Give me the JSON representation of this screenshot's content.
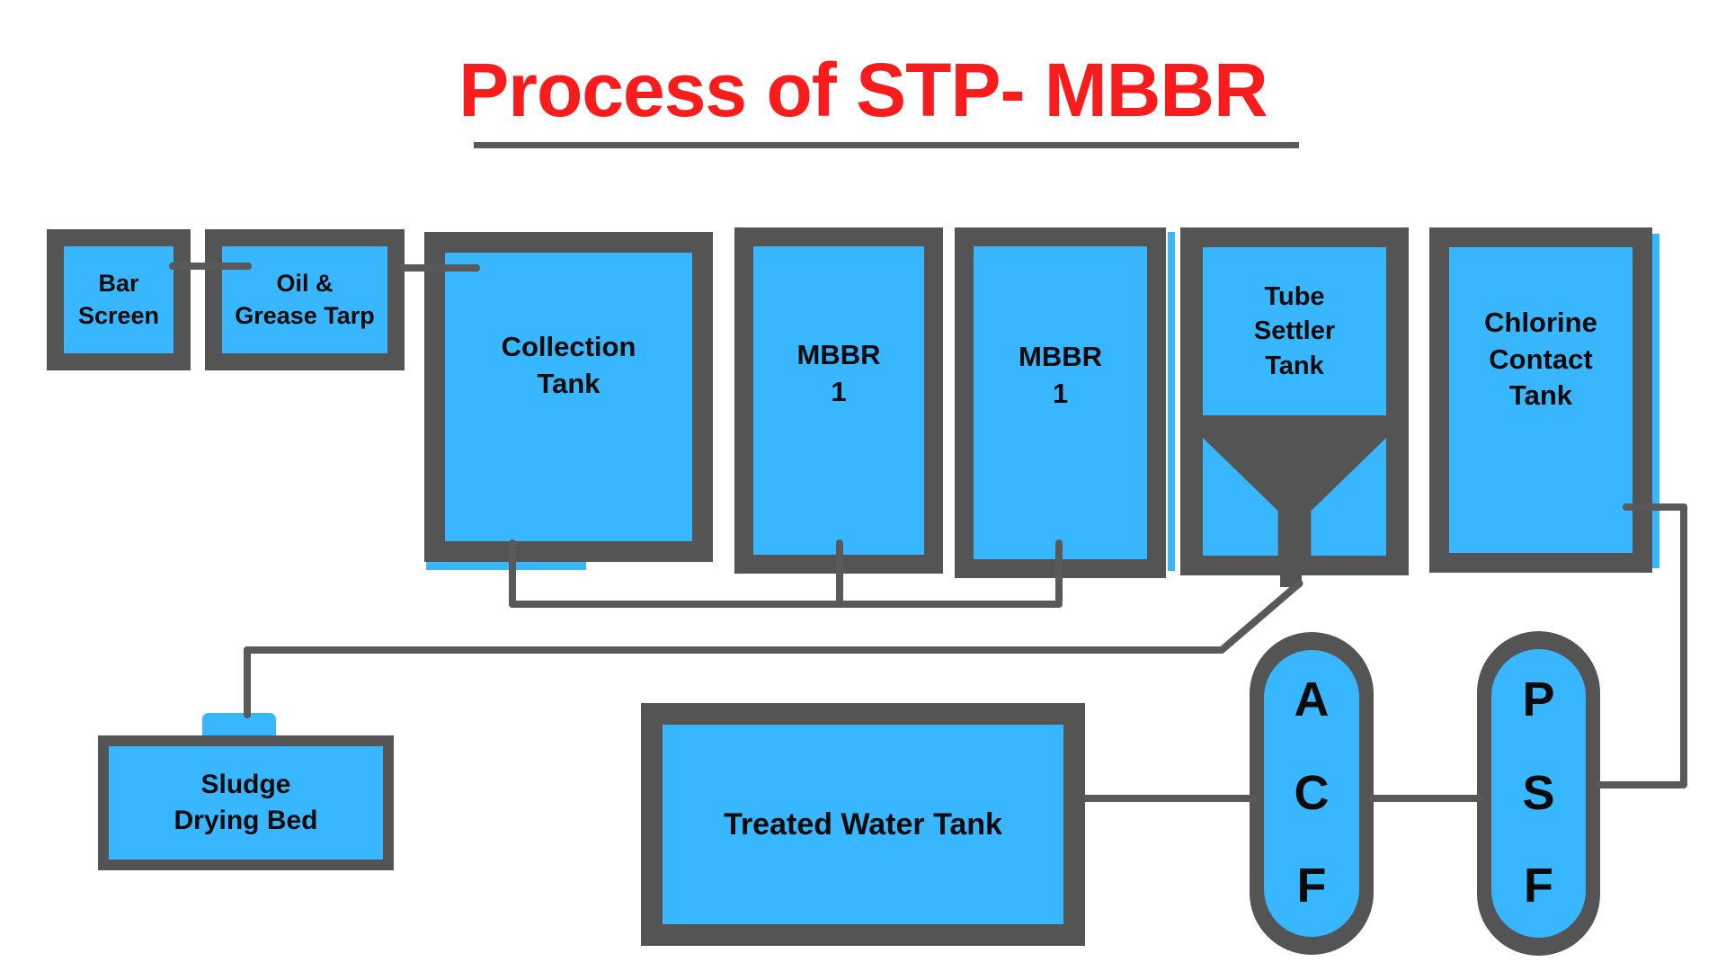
{
  "title": {
    "text": "Process of STP- MBBR"
  },
  "colors": {
    "tank_fill": "#38b6ff",
    "tank_border": "#545454",
    "line": "#595959",
    "title": "#f81c1c",
    "text": "#0a0a0a",
    "underline": "#5a5a5a",
    "background": "#ffffff"
  },
  "nodes": {
    "bar_screen": {
      "lines": [
        "Bar",
        "Screen"
      ]
    },
    "oil_grease": {
      "lines": [
        "Oil &",
        "Grease Tarp"
      ]
    },
    "collection": {
      "lines": [
        "Collection",
        "Tank"
      ]
    },
    "mbbr1": {
      "lines": [
        "MBBR",
        "1"
      ]
    },
    "mbbr2": {
      "lines": [
        "MBBR",
        "1"
      ]
    },
    "tube_settler": {
      "lines": [
        "Tube",
        "Settler",
        "Tank"
      ]
    },
    "chlorine": {
      "lines": [
        "Chlorine",
        "Contact",
        "Tank"
      ]
    },
    "sludge": {
      "lines": [
        "Sludge",
        "Drying Bed"
      ]
    },
    "treated": {
      "lines": [
        "Treated Water Tank"
      ]
    },
    "acf": {
      "lines": [
        "A",
        "C",
        "F"
      ]
    },
    "psf": {
      "lines": [
        "P",
        "S",
        "F"
      ]
    }
  },
  "flow": [
    {
      "from": "Bar Screen",
      "to": "Oil & Grease Tarp"
    },
    {
      "from": "Oil & Grease Tarp",
      "to": "Collection Tank"
    },
    {
      "from": "Collection Tank",
      "to": "MBBR 1"
    },
    {
      "from": "MBBR 1",
      "to": "MBBR 1 (second)"
    },
    {
      "from": "Tube Settler Tank",
      "to": "Sludge Drying Bed"
    },
    {
      "from": "Chlorine Contact Tank",
      "to": "PSF"
    },
    {
      "from": "PSF",
      "to": "ACF"
    },
    {
      "from": "ACF",
      "to": "Treated Water Tank"
    }
  ]
}
